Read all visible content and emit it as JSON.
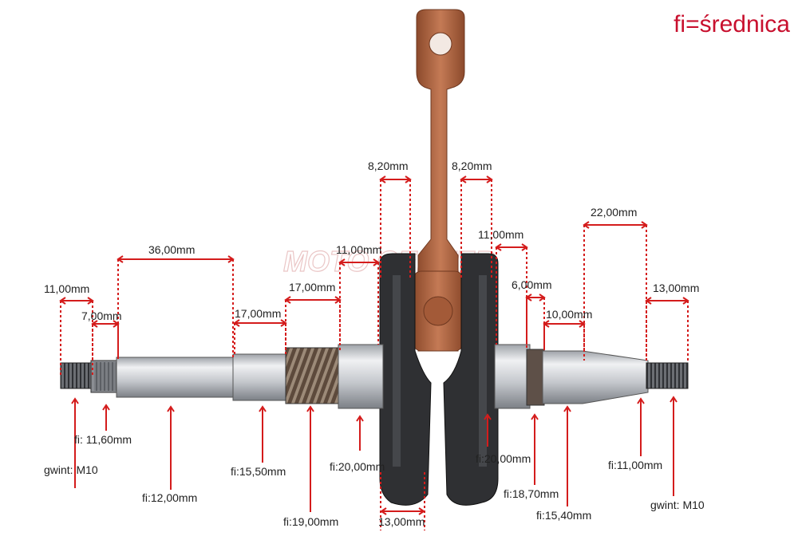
{
  "legend": "fi=średnica",
  "watermark": "MOTO CENTER",
  "colors": {
    "accent": "#d41c1c",
    "rod": "#b5653f",
    "shaft": "#c9ccd1",
    "web": "#2f3033"
  },
  "top_dimensions": {
    "left_thread_len": "11,00mm",
    "left_spline_len": "7,00mm",
    "left_shaft_len": "36,00mm",
    "left_mid_len": "17,00mm",
    "left_worm_len": "17,00mm",
    "left_inner_len": "11,00mm",
    "rod_left_width": "8,20mm",
    "rod_right_width": "8,20mm",
    "right_inner_len": "11,00mm",
    "right_step_len": "6,00mm",
    "right_taper_start": "10,00mm",
    "right_taper_len": "22,00mm",
    "right_thread_len": "13,00mm"
  },
  "bottom_labels": {
    "gwint_left": "gwint: M10",
    "fi_11_60": "fi: 11,60mm",
    "fi_12": "fi:12,00mm",
    "fi_15_50": "fi:15,50mm",
    "fi_19": "fi:19,00mm",
    "fi_20_left": "fi:20,00mm",
    "web_width": "13,00mm",
    "fi_20_right": "fi:20,00mm",
    "fi_18_70": "fi:18,70mm",
    "fi_15_40": "fi:15,40mm",
    "fi_11": "fi:11,00mm",
    "gwint_right": "gwint: M10"
  }
}
